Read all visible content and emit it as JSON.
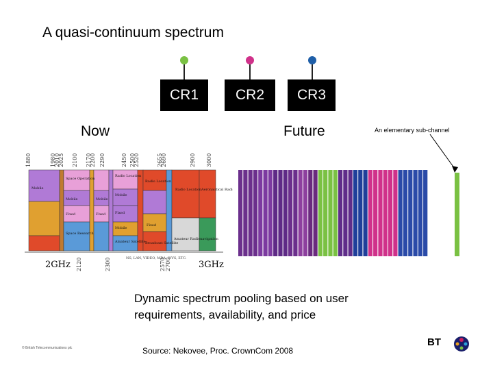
{
  "slide": {
    "title": "A quasi-continuum spectrum",
    "now_label": "Now",
    "future_label": "Future",
    "subchannel_label": "An elementary sub-channel",
    "description": "Dynamic spectrum pooling based on user requirements, availability, and price",
    "source": "Source: Nekovee, Proc. CrownCom 2008",
    "copyright": "© British Telecommunications plc",
    "logo_text": "BT"
  },
  "cognitive_radios": [
    {
      "label": "CR1",
      "color": "#7ac143"
    },
    {
      "label": "CR2",
      "color": "#d0318a"
    },
    {
      "label": "CR3",
      "color": "#1f5fa8"
    }
  ],
  "spectrum_chart": {
    "top_freqs": [
      "1880",
      "1980",
      "2010",
      "2025",
      "2100",
      "2170",
      "2200",
      "2290",
      "2450",
      "2500",
      "2520",
      "2655",
      "2690",
      "2900",
      "3000"
    ],
    "bottom_freqs": [
      "2120",
      "2300",
      "2570",
      "2700"
    ],
    "left_label": "2GHz",
    "right_label": "3GHz",
    "services": [
      "Mobile",
      "Space Operation",
      "Mobile",
      "Fixed",
      "Space Research",
      "Mobile",
      "Fixed",
      "Radio Location",
      "Mobile",
      "Fixed",
      "Mobile",
      "Amateur Satellite",
      "Broadcast Satellite",
      "Fixed",
      "Radio Location",
      "Amateur Radionavigation",
      "Radio Location",
      "Aeronautical Radionavigation"
    ],
    "bottom_note": "NS, LAN, VIDEO, MDA, WVS, ETC."
  },
  "future_bars": [
    "#6b2f8c",
    "#6b2f8c",
    "#6b2f8c",
    "#6b2f8c",
    "#7c3aa0",
    "#7c3aa0",
    "#7c3aa0",
    "#5e2a86",
    "#5e2a86",
    "#5e2a86",
    "#6b2f8c",
    "#6b2f8c",
    "#8d3f9e",
    "#8d3f9e",
    "#6a2a7e",
    "#6a2a7e",
    "#7ac143",
    "#7ac143",
    "#7ac143",
    "#7ac143",
    "#5f2d8a",
    "#5f2d8a",
    "#5f2d8a",
    "#1f3f9a",
    "#1f3f9a",
    "#1f3f9a",
    "#d0318a",
    "#d0318a",
    "#d0318a",
    "#d0318a",
    "#d0318a",
    "#d0318a",
    "#2a4aa8",
    "#2a4aa8",
    "#2a4aa8",
    "#2a4aa8",
    "#2a4aa8",
    "#2a4aa8"
  ],
  "subchannel_bar_color": "#7ac143"
}
